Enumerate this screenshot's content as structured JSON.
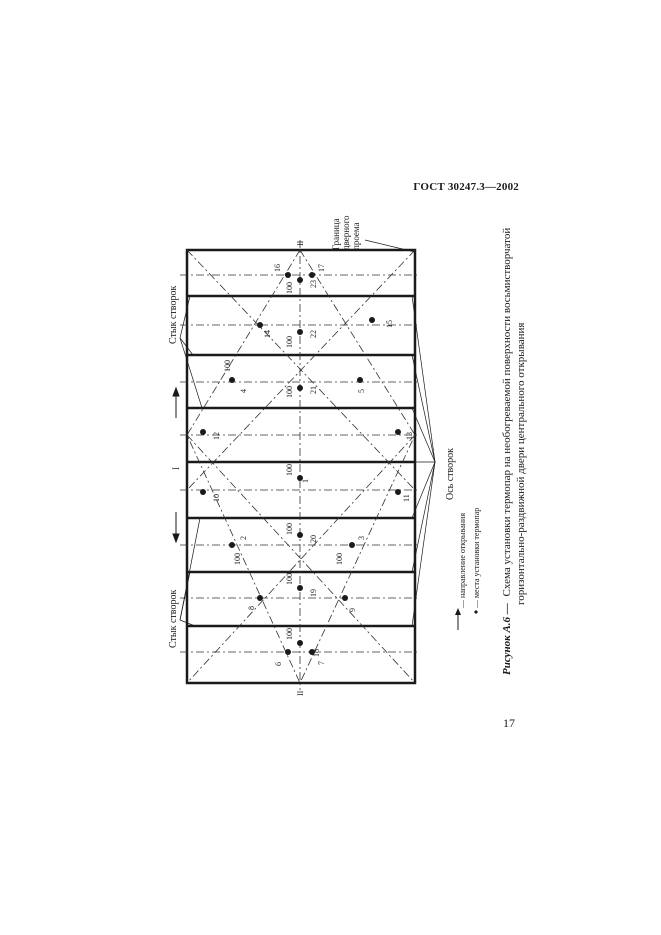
{
  "header": {
    "standard": "ГОСТ 30247.3—2002"
  },
  "page": {
    "number": "17"
  },
  "figure": {
    "caption_label": "Рисунок А.6 —",
    "caption_line1": "Схема установки термопар на необогреваемой поверхности восьмистворчатой",
    "caption_line2": "горизонтально-раздвижной двери центрального открывания",
    "legend_arrow": "— направление открывания",
    "legend_dot": "— места установки термопар",
    "label_joint_left": "Стык створок",
    "label_joint_right": "Стык створок",
    "label_axis": "Ось створок",
    "label_boundary_1": "Граница",
    "label_boundary_2": "дверного",
    "label_boundary_3": "проема",
    "section_I": "I",
    "section_II": "II",
    "dim_100": "100",
    "points": [
      "1",
      "2",
      "3",
      "4",
      "5",
      "6",
      "7",
      "8",
      "9",
      "10",
      "11",
      "12",
      "13",
      "14",
      "15",
      "16",
      "17",
      "18",
      "19",
      "20",
      "21",
      "22",
      "23"
    ]
  }
}
